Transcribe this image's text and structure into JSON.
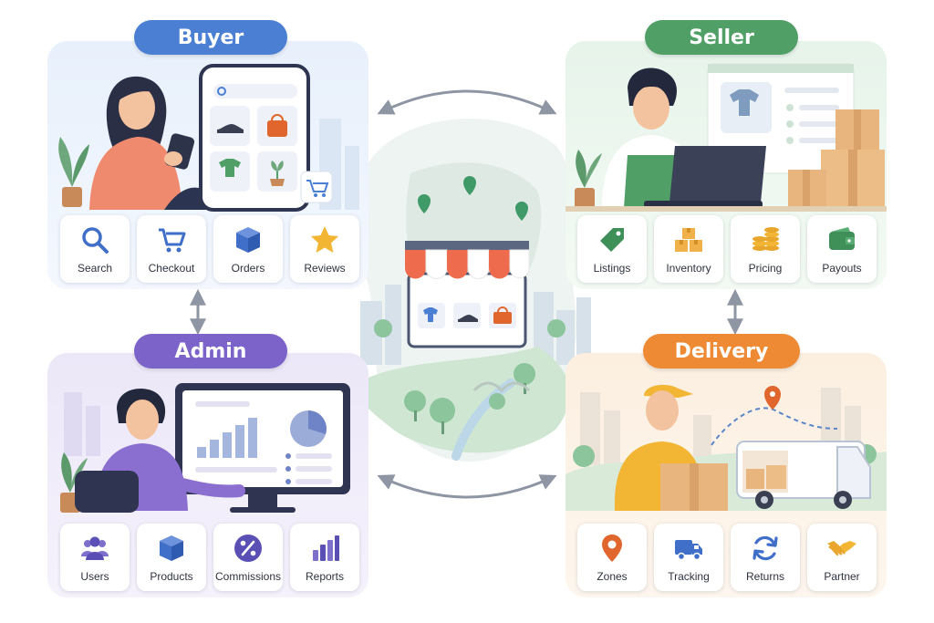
{
  "colors": {
    "buyer": "#4a7fd4",
    "seller": "#4f9f66",
    "admin": "#7b63c9",
    "delivery": "#ee8a34",
    "icon_blue": "#3f6fc8",
    "icon_green": "#3e8f58",
    "icon_gold": "#e8a72c",
    "icon_purple": "#5a4fb5",
    "icon_orange": "#e0662e"
  },
  "buyer": {
    "title": "Buyer",
    "features": [
      {
        "label": "Search",
        "icon": "search-icon"
      },
      {
        "label": "Checkout",
        "icon": "cart-icon"
      },
      {
        "label": "Orders",
        "icon": "box-icon"
      },
      {
        "label": "Reviews",
        "icon": "star-icon"
      }
    ]
  },
  "seller": {
    "title": "Seller",
    "features": [
      {
        "label": "Listings",
        "icon": "tag-icon"
      },
      {
        "label": "Inventory",
        "icon": "boxes-icon"
      },
      {
        "label": "Pricing",
        "icon": "coins-icon"
      },
      {
        "label": "Payouts",
        "icon": "wallet-icon"
      }
    ]
  },
  "admin": {
    "title": "Admin",
    "features": [
      {
        "label": "Users",
        "icon": "users-icon"
      },
      {
        "label": "Products",
        "icon": "cube-icon"
      },
      {
        "label": "Commissions",
        "icon": "percent-icon"
      },
      {
        "label": "Reports",
        "icon": "bar-chart-icon"
      }
    ]
  },
  "delivery": {
    "title": "Delivery",
    "features": [
      {
        "label": "Zones",
        "icon": "map-pin-icon"
      },
      {
        "label": "Tracking",
        "icon": "truck-icon"
      },
      {
        "label": "Returns",
        "icon": "refresh-icon"
      },
      {
        "label": "Partner",
        "icon": "handshake-icon"
      }
    ]
  }
}
